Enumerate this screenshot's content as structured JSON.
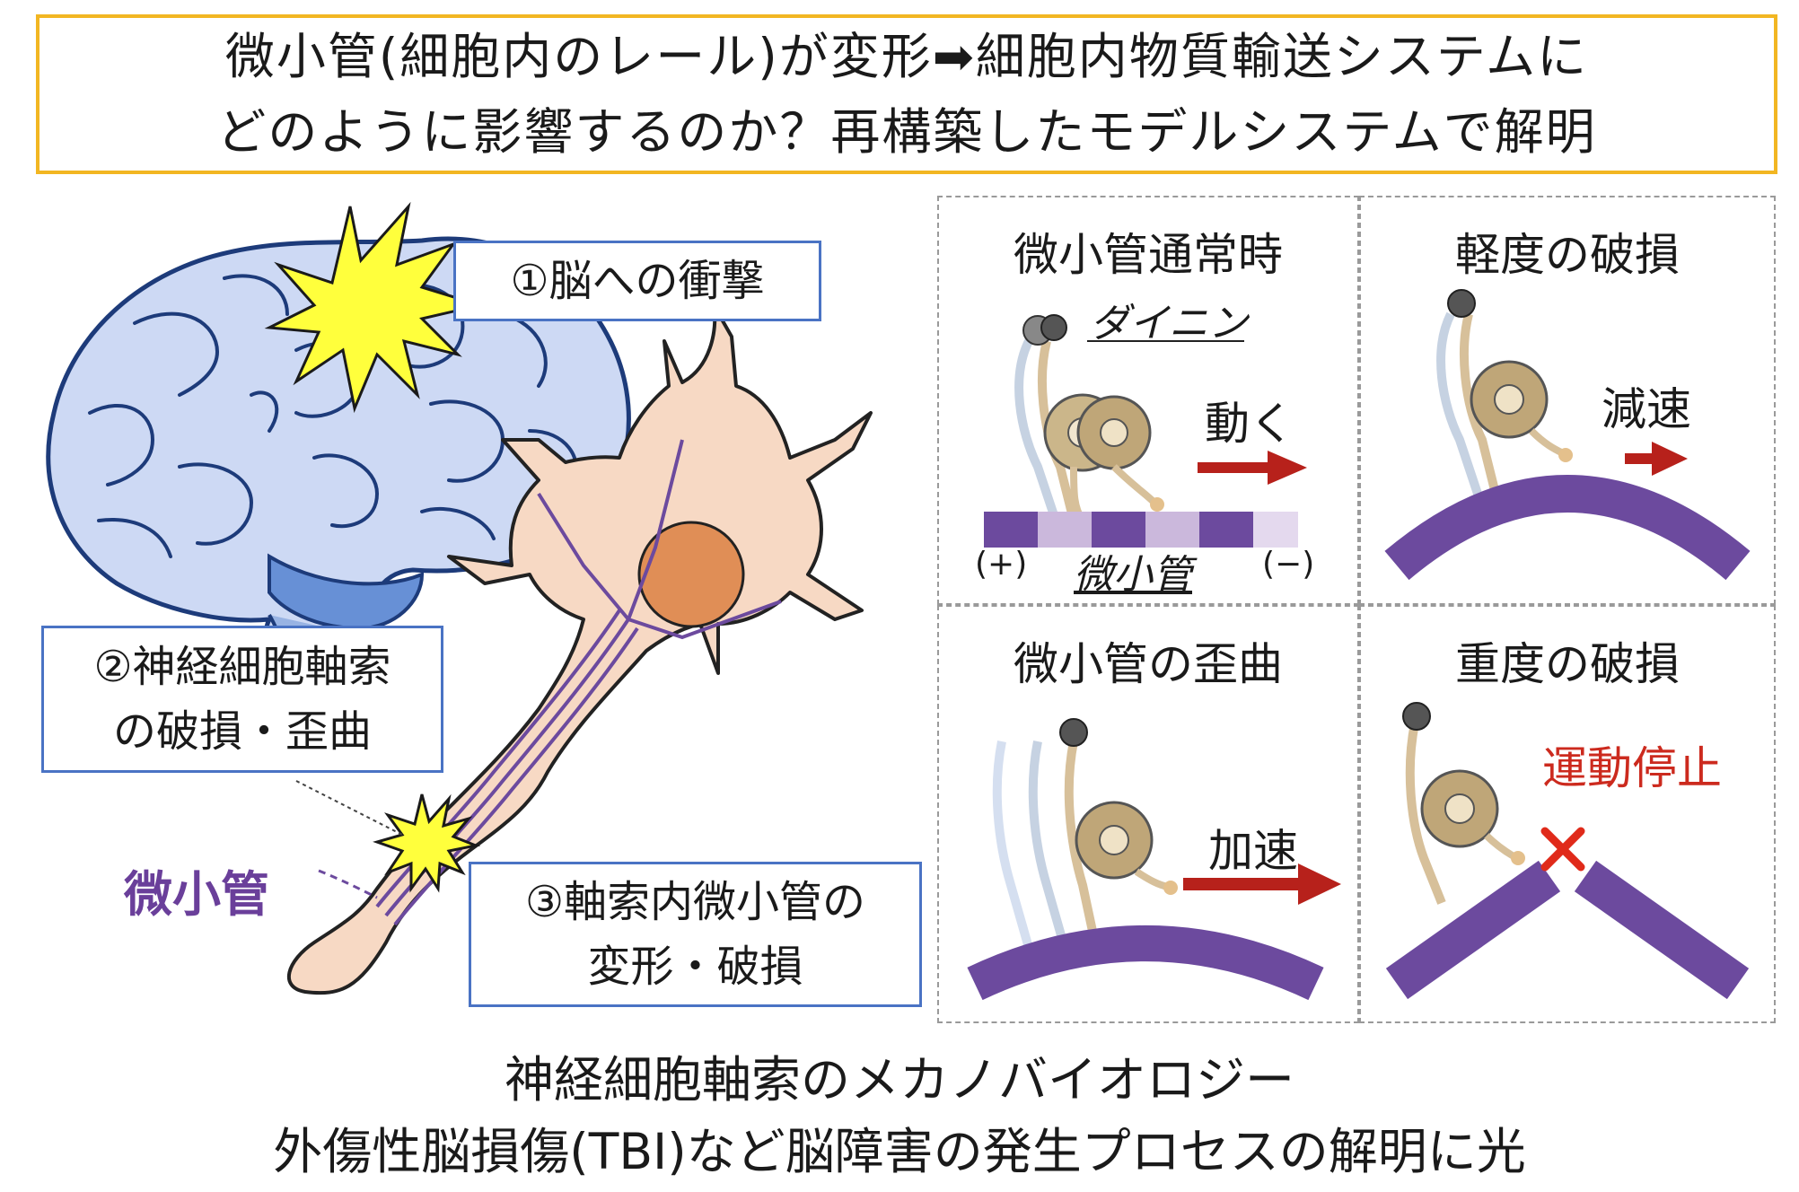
{
  "header": {
    "line1": "微小管(細胞内のレール)が変形➡細胞内物質輸送システムに",
    "line2": "どのように影響するのか？再構築したモデルシステムで解明"
  },
  "callouts": {
    "impact": "①脳への衝撃",
    "axon_damage_line1": "②神経細胞軸索",
    "axon_damage_line2": "の破損・歪曲",
    "mt_deform_line1": "③軸索内微小管の",
    "mt_deform_line2": "変形・破損"
  },
  "microtubule_label": "微小管",
  "panels": {
    "normal": {
      "title": "微小管通常時",
      "motor_label": "ダイニン",
      "motion": "動く",
      "plus_end": "(+)",
      "minus_end": "(−)",
      "track_label": "微小管"
    },
    "mild": {
      "title": "軽度の破損",
      "motion": "減速"
    },
    "curved": {
      "title": "微小管の歪曲",
      "motion": "加速"
    },
    "severe": {
      "title": "重度の破損",
      "motion": "運動停止"
    }
  },
  "footer": {
    "line1": "神経細胞軸索のメカノバイオロジー",
    "line2": "外傷性脳損傷(TBI)など脳障害の発生プロセスの解明に光"
  },
  "colors": {
    "header_border": "#f2b622",
    "callout_border": "#4a73c4",
    "microtubule_dark": "#6c4a9e",
    "microtubule_light": "#cbb8dc",
    "arrow_red": "#b7211b",
    "brain_fill": "#cdd9f4",
    "neuron_fill": "#f7d9c4",
    "nucleus_fill": "#e08e56",
    "starburst": "#ffff3c"
  }
}
